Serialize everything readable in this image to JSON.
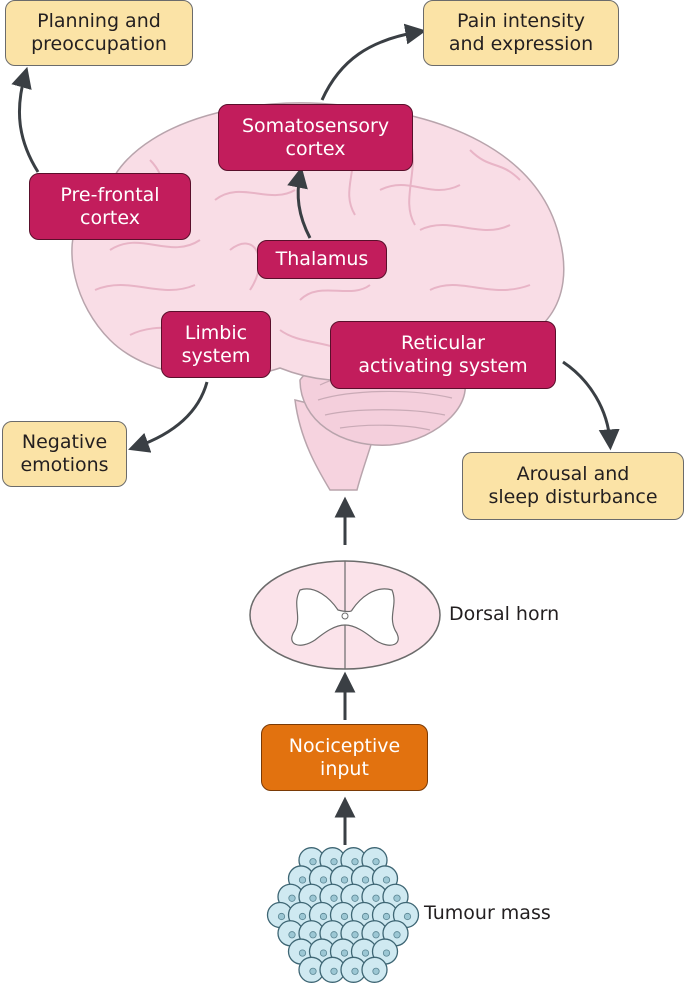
{
  "outcomes": {
    "planning": "Planning and\npreoccupation",
    "pain": "Pain intensity\nand expression",
    "negative": "Negative\nemotions",
    "arousal": "Arousal and\nsleep disturbance"
  },
  "brain_regions": {
    "prefrontal": "Pre-frontal\ncortex",
    "somatosensory": "Somatosensory\ncortex",
    "thalamus": "Thalamus",
    "limbic": "Limbic\nsystem",
    "reticular": "Reticular\nactivating system"
  },
  "pathway": {
    "nociceptive": "Nociceptive\ninput",
    "dorsal_horn": "Dorsal horn",
    "tumour": "Tumour mass"
  },
  "colors": {
    "region_fill": "#c21d5c",
    "outcome_fill": "#fbe3a6",
    "input_fill": "#e2720f",
    "brain_fill": "#f9dde6",
    "cell_fill": "#cfe9f1",
    "arrow": "#3a3f44"
  }
}
